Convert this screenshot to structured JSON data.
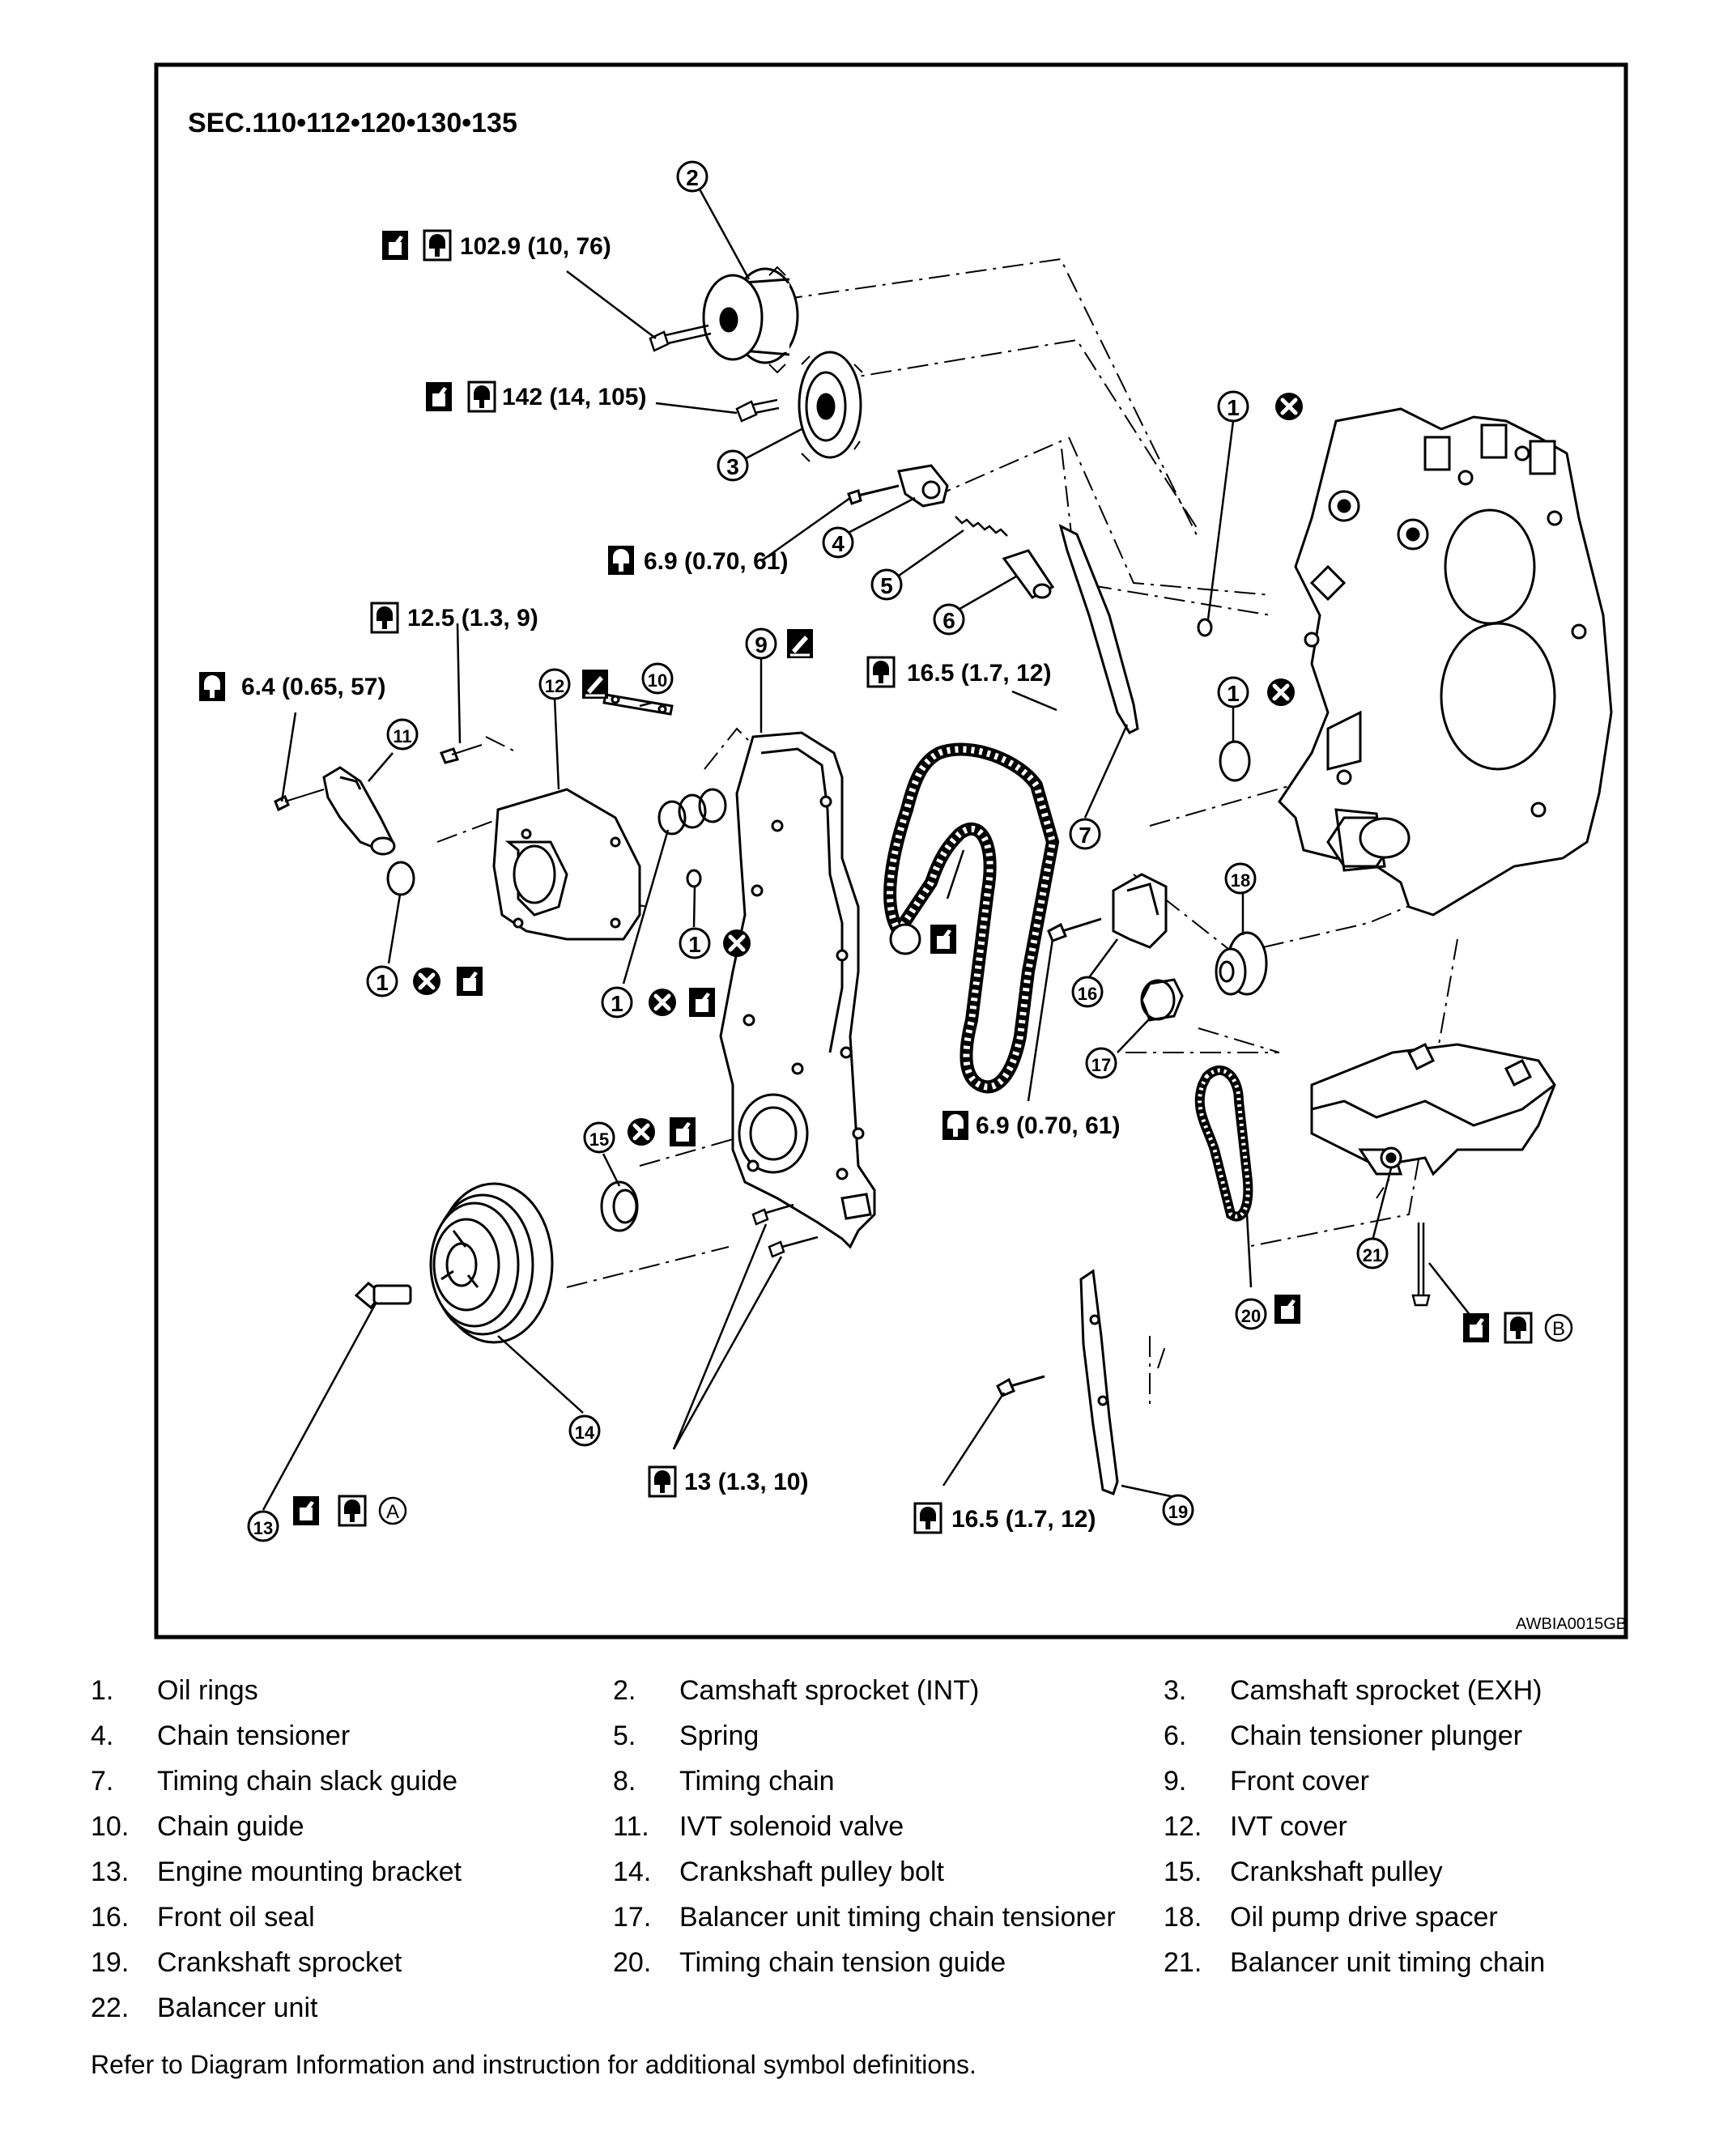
{
  "section_title": "SEC.110•112•120•130•135",
  "figure_code": "AWBIA0015GB",
  "callouts": [
    {
      "n": "1"
    },
    {
      "n": "1"
    },
    {
      "n": "1"
    },
    {
      "n": "1"
    },
    {
      "n": "1"
    },
    {
      "n": "2"
    },
    {
      "n": "3"
    },
    {
      "n": "4"
    },
    {
      "n": "5"
    },
    {
      "n": "6"
    },
    {
      "n": "7"
    },
    {
      "n": "9"
    },
    {
      "n": "10"
    },
    {
      "n": "11"
    },
    {
      "n": "12"
    },
    {
      "n": "13"
    },
    {
      "n": "14"
    },
    {
      "n": "15"
    },
    {
      "n": "16"
    },
    {
      "n": "17"
    },
    {
      "n": "18"
    },
    {
      "n": "19"
    },
    {
      "n": "20"
    },
    {
      "n": "21"
    }
  ],
  "torques": [
    "102.9 (10, 76)",
    "142 (14, 105)",
    "6.9 (0.70, 61)",
    "12.5 (1.3, 9)",
    "6.4 (0.65, 57)",
    "16.5 (1.7, 12)",
    "6.9 (0.70, 61)",
    "13 (1.3, 10)",
    "16.5 (1.7, 12)"
  ],
  "ref_letters": [
    "A",
    "B"
  ],
  "legend": [
    {
      "num": "1.",
      "text": "Oil rings"
    },
    {
      "num": "2.",
      "text": "Camshaft sprocket (INT)"
    },
    {
      "num": "3.",
      "text": "Camshaft sprocket (EXH)"
    },
    {
      "num": "4.",
      "text": "Chain tensioner"
    },
    {
      "num": "5.",
      "text": "Spring"
    },
    {
      "num": "6.",
      "text": "Chain tensioner plunger"
    },
    {
      "num": "7.",
      "text": "Timing chain slack guide"
    },
    {
      "num": "8.",
      "text": "Timing chain"
    },
    {
      "num": "9.",
      "text": "Front cover"
    },
    {
      "num": "10.",
      "text": "Chain guide"
    },
    {
      "num": "11.",
      "text": "IVT solenoid valve"
    },
    {
      "num": "12.",
      "text": "IVT cover"
    },
    {
      "num": "13.",
      "text": "Engine mounting bracket"
    },
    {
      "num": "14.",
      "text": "Crankshaft pulley bolt"
    },
    {
      "num": "15.",
      "text": "Crankshaft pulley"
    },
    {
      "num": "16.",
      "text": "Front oil seal"
    },
    {
      "num": "17.",
      "text": "Balancer unit timing chain tensioner"
    },
    {
      "num": "18.",
      "text": "Oil pump drive spacer"
    },
    {
      "num": "19.",
      "text": "Crankshaft sprocket"
    },
    {
      "num": "20.",
      "text": "Timing chain tension guide"
    },
    {
      "num": "21.",
      "text": "Balancer unit timing chain"
    },
    {
      "num": "22.",
      "text": "Balancer unit"
    }
  ],
  "footnote": "Refer to Diagram Information and instruction for additional symbol definitions."
}
